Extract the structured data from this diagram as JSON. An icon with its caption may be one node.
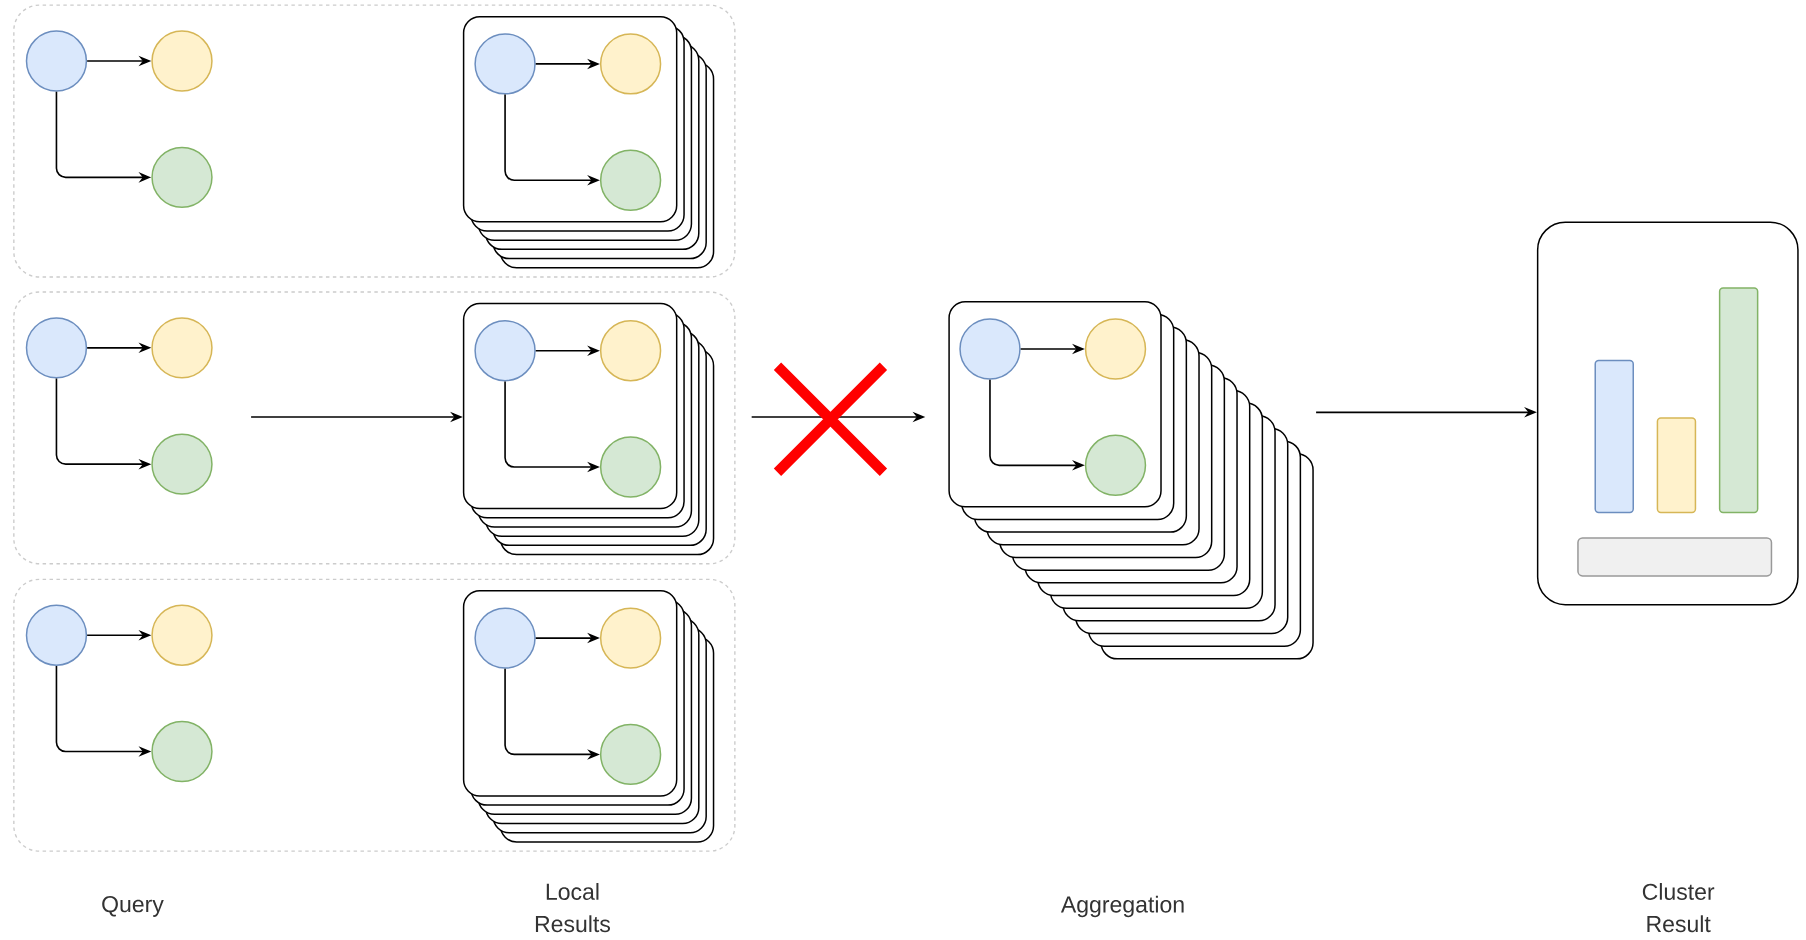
{
  "diagram": {
    "nodes": [
      {
        "text": [],
        "shape": "box"
      },
      {
        "text": [],
        "shape": "circle",
        "in": 0
      },
      {
        "text": [],
        "shape": "circle",
        "in": 0
      },
      {
        "text": [],
        "shape": "circle",
        "in": 0
      },
      {
        "text": [],
        "shape": "box",
        "in": 0
      },
      {
        "text": [],
        "shape": "circle",
        "in": 4
      },
      {
        "text": [],
        "shape": "circle",
        "in": 4
      },
      {
        "text": [],
        "shape": "circle",
        "in": 4
      },
      {
        "text": [],
        "shape": "box"
      },
      {
        "text": [],
        "shape": "circle",
        "in": 8
      },
      {
        "text": [],
        "shape": "circle",
        "in": 8
      },
      {
        "text": [],
        "shape": "circle",
        "in": 8
      },
      {
        "text": [],
        "shape": "box",
        "in": 8
      },
      {
        "text": [],
        "shape": "circle",
        "in": 12
      },
      {
        "text": [],
        "shape": "circle",
        "in": 12
      },
      {
        "text": [],
        "shape": "circle",
        "in": 12
      },
      {
        "text": [],
        "shape": "box"
      },
      {
        "text": [],
        "shape": "circle",
        "in": 16
      },
      {
        "text": [],
        "shape": "circle",
        "in": 16
      },
      {
        "text": [],
        "shape": "circle",
        "in": 16
      },
      {
        "text": [],
        "shape": "box",
        "in": 16
      },
      {
        "text": [],
        "shape": "circle",
        "in": 20
      },
      {
        "text": [],
        "shape": "circle",
        "in": 20
      },
      {
        "text": [],
        "shape": "circle",
        "in": 20
      },
      {
        "text": [],
        "shape": "box"
      },
      {
        "text": [],
        "shape": "circle",
        "in": 24
      },
      {
        "text": [],
        "shape": "circle",
        "in": 24
      },
      {
        "text": [],
        "shape": "circle",
        "in": 24
      },
      {
        "text": [],
        "shape": "picture"
      }
    ],
    "edges": [
      {
        "from": 1,
        "to": 2,
        "arrow": "to"
      },
      {
        "from": 1,
        "to": 3,
        "arrow": "to"
      },
      {
        "from": 5,
        "to": 6,
        "arrow": "to"
      },
      {
        "from": 5,
        "to": 7,
        "arrow": "to"
      },
      {
        "from": 9,
        "to": 10,
        "arrow": "to"
      },
      {
        "from": 9,
        "to": 11,
        "arrow": "to"
      },
      {
        "from": 13,
        "to": 14,
        "arrow": "to"
      },
      {
        "from": 13,
        "to": 15,
        "arrow": "to"
      },
      {
        "from": 17,
        "to": 18,
        "arrow": "to"
      },
      {
        "from": 17,
        "to": 19,
        "arrow": "to"
      },
      {
        "from": 21,
        "to": 22,
        "arrow": "to"
      },
      {
        "from": 21,
        "to": 23,
        "arrow": "to"
      },
      {
        "from": 25,
        "to": 26,
        "arrow": "to"
      },
      {
        "from": 25,
        "to": 27,
        "arrow": "to"
      },
      {
        "from": null,
        "to": 12,
        "arrow": "to"
      },
      {
        "from": 8,
        "to": 24,
        "arrow": "to"
      },
      {
        "from": 24,
        "to": 28,
        "arrow": "to"
      }
    ],
    "labels": [
      "Query",
      "Local Results",
      "Aggregation",
      "Cluster Result"
    ]
  }
}
